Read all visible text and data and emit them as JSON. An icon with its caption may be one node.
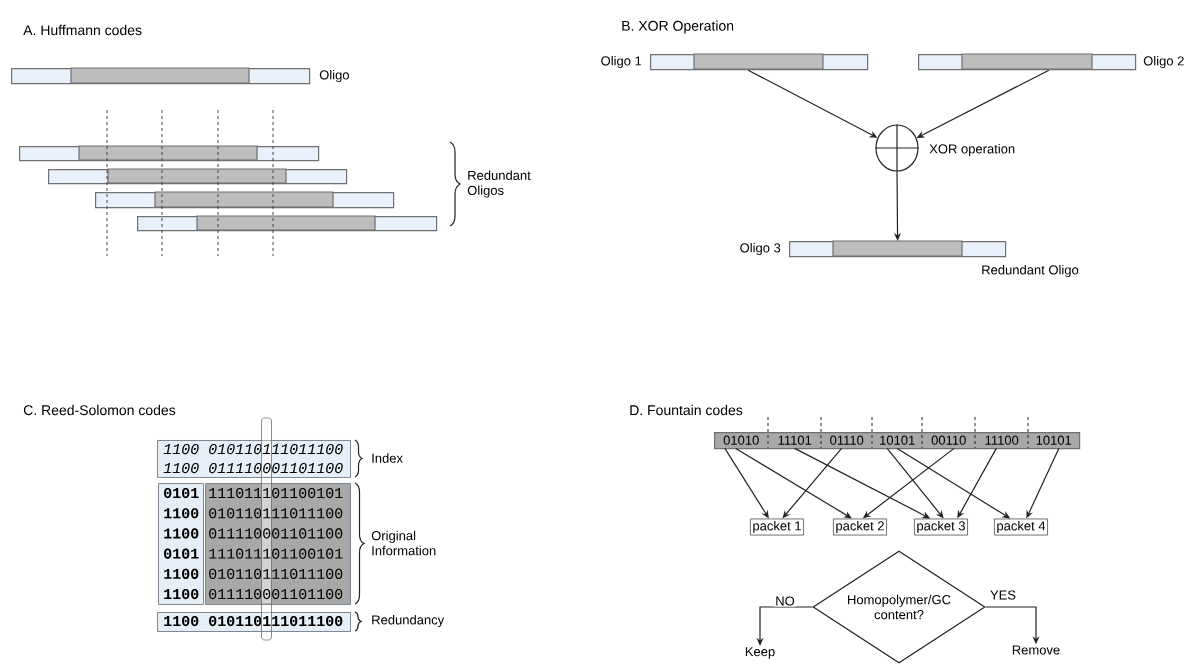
{
  "diagram": {
    "nodes": [
      {
        "text": [],
        "shape": "bar",
        "beside": [
          "Oligo"
        ]
      },
      {
        "text": [],
        "shape": "bar"
      },
      {
        "text": [],
        "shape": "bar"
      },
      {
        "text": [],
        "shape": "bar"
      },
      {
        "text": [],
        "shape": "bar"
      },
      {
        "text": [],
        "shape": "bar",
        "beside": [
          "Oligo 1"
        ]
      },
      {
        "text": [],
        "shape": "bar",
        "beside": [
          "Oligo 2"
        ]
      },
      {
        "text": [],
        "shape": "circle",
        "beside": [
          "XOR operation"
        ]
      },
      {
        "text": [],
        "shape": "bar",
        "beside": [
          "Oligo 3",
          "Redundant Oligo"
        ]
      },
      {
        "text": [
          "1100 010110111011100",
          "1100 011110001101100"
        ]
      },
      {
        "text": [
          "0101",
          "1100",
          "1100",
          "0101",
          "1100",
          "1100"
        ]
      },
      {
        "text": [
          "111011101100101",
          "010110111011100",
          "011110001101100",
          "111011101100101",
          "010110111011100",
          "011110001101100"
        ]
      },
      {
        "text": [
          "1100 010110111011100"
        ]
      },
      {
        "text": [],
        "shape": "bar"
      },
      {
        "text": [
          "01010"
        ],
        "in": 13
      },
      {
        "text": [
          "11101"
        ],
        "in": 13
      },
      {
        "text": [
          "01110"
        ],
        "in": 13
      },
      {
        "text": [
          "10101"
        ],
        "in": 13
      },
      {
        "text": [
          "00110"
        ],
        "in": 13
      },
      {
        "text": [
          "11100"
        ],
        "in": 13
      },
      {
        "text": [
          "10101"
        ],
        "in": 13
      },
      {
        "text": [
          "packet 1"
        ]
      },
      {
        "text": [
          "packet 2"
        ]
      },
      {
        "text": [
          "packet 3"
        ]
      },
      {
        "text": [
          "packet 4"
        ]
      },
      {
        "text": [
          "Homopolymer/GC content?"
        ]
      },
      {
        "text": [
          "Keep"
        ]
      },
      {
        "text": [
          "Remove"
        ]
      }
    ],
    "edges": [
      {
        "from": 5,
        "to": 7,
        "arrow": "to"
      },
      {
        "from": 6,
        "to": 7,
        "arrow": "to"
      },
      {
        "from": 7,
        "to": 8,
        "arrow": "to"
      },
      {
        "from": 14,
        "to": 21,
        "arrow": "to"
      },
      {
        "from": 14,
        "to": 22,
        "arrow": "to"
      },
      {
        "from": 16,
        "to": 21,
        "arrow": "to"
      },
      {
        "from": 15,
        "to": 23,
        "arrow": "to"
      },
      {
        "from": 17,
        "to": 23,
        "arrow": "to"
      },
      {
        "from": 17,
        "to": 24,
        "arrow": "to"
      },
      {
        "from": 18,
        "to": 22,
        "arrow": "to"
      },
      {
        "from": 19,
        "to": 23,
        "arrow": "to"
      },
      {
        "from": 20,
        "to": 24,
        "arrow": "to"
      },
      {
        "from": 25,
        "to": 26,
        "arrow": "to",
        "label": "NO"
      },
      {
        "from": 25,
        "to": 27,
        "arrow": "to",
        "label": "YES"
      }
    ],
    "labels": [
      "A. Huffmann codes",
      "Redundant Oligos",
      "B. XOR Operation",
      "C. Reed-Solomon codes",
      "Index",
      "Original Information",
      "Redundancy",
      "D. Fountain codes"
    ]
  }
}
